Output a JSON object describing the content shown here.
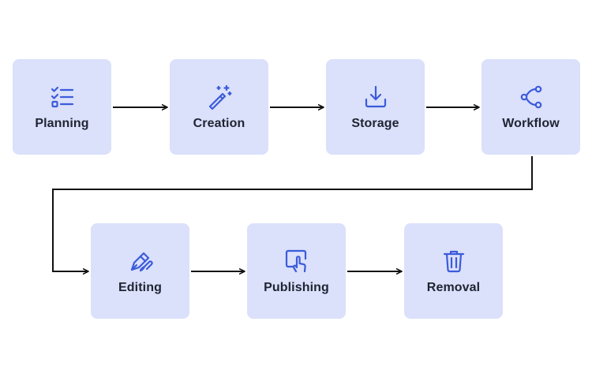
{
  "accent_color": "#3b5bdb",
  "card_color": "#dbe0fb",
  "steps": [
    {
      "label": "Planning",
      "icon": "checklist-icon"
    },
    {
      "label": "Creation",
      "icon": "magic-wand-icon"
    },
    {
      "label": "Storage",
      "icon": "download-icon"
    },
    {
      "label": "Workflow",
      "icon": "share-nodes-icon"
    },
    {
      "label": "Editing",
      "icon": "pen-brush-icon"
    },
    {
      "label": "Publishing",
      "icon": "touch-screen-icon"
    },
    {
      "label": "Removal",
      "icon": "trash-icon"
    }
  ]
}
